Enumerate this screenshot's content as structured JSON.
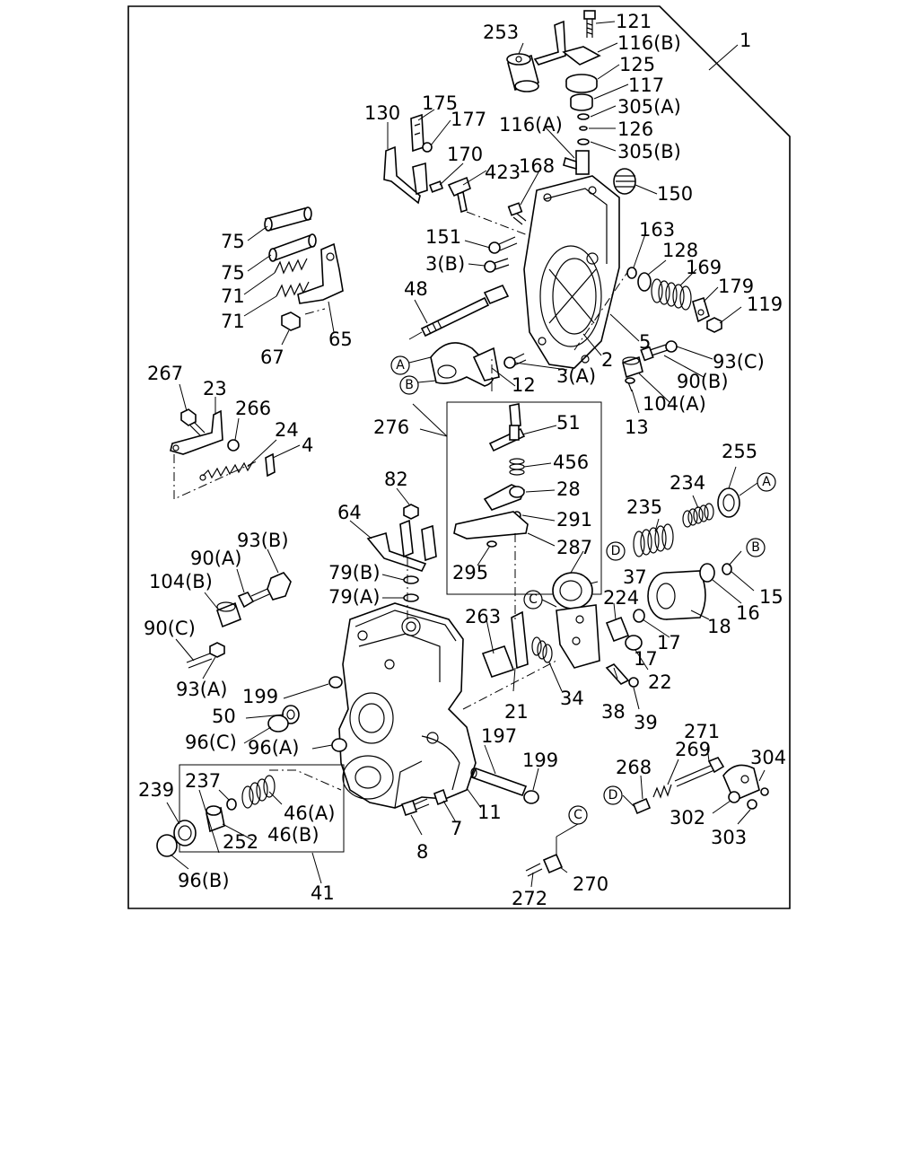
{
  "diagram": {
    "callouts": {
      "c1": "1",
      "c2": "2",
      "c3a": "3(A)",
      "c3b": "3(B)",
      "c4": "4",
      "c5": "5",
      "c7": "7",
      "c8": "8",
      "c11": "11",
      "c12": "12",
      "c13": "13",
      "c15": "15",
      "c16": "16",
      "c17a": "17",
      "c17b": "17",
      "c18": "18",
      "c21": "21",
      "c22": "22",
      "c23": "23",
      "c24": "24",
      "c28": "28",
      "c34": "34",
      "c37": "37",
      "c38": "38",
      "c39": "39",
      "c41": "41",
      "c46a": "46(A)",
      "c46b": "46(B)",
      "c48": "48",
      "c50": "50",
      "c51": "51",
      "c64": "64",
      "c65": "65",
      "c67": "67",
      "c71a": "71",
      "c71b": "71",
      "c75a": "75",
      "c75b": "75",
      "c79a": "79(A)",
      "c79b": "79(B)",
      "c82": "82",
      "c90a": "90(A)",
      "c90b": "90(B)",
      "c90c": "90(C)",
      "c93a": "93(A)",
      "c93b": "93(B)",
      "c93c": "93(C)",
      "c96a": "96(A)",
      "c96b": "96(B)",
      "c96c": "96(C)",
      "c104a": "104(A)",
      "c104b": "104(B)",
      "c116a": "116(A)",
      "c116b": "116(B)",
      "c117": "117",
      "c119": "119",
      "c121": "121",
      "c125": "125",
      "c126": "126",
      "c128": "128",
      "c130": "130",
      "c150": "150",
      "c151": "151",
      "c163": "163",
      "c168": "168",
      "c169": "169",
      "c170": "170",
      "c175": "175",
      "c177": "177",
      "c179": "179",
      "c197": "197",
      "c199a": "199",
      "c199b": "199",
      "c224": "224",
      "c234": "234",
      "c235": "235",
      "c237": "237",
      "c239": "239",
      "c252": "252",
      "c253": "253",
      "c255": "255",
      "c263": "263",
      "c266": "266",
      "c267": "267",
      "c268": "268",
      "c269": "269",
      "c270": "270",
      "c271": "271",
      "c272": "272",
      "c276": "276",
      "c287": "287",
      "c291": "291",
      "c295": "295",
      "c302": "302",
      "c303": "303",
      "c304": "304",
      "c305a": "305(A)",
      "c305b": "305(B)",
      "c423": "423",
      "c456": "456"
    },
    "ref_letters": {
      "a": "A",
      "b": "B",
      "c": "C",
      "d": "D"
    }
  }
}
